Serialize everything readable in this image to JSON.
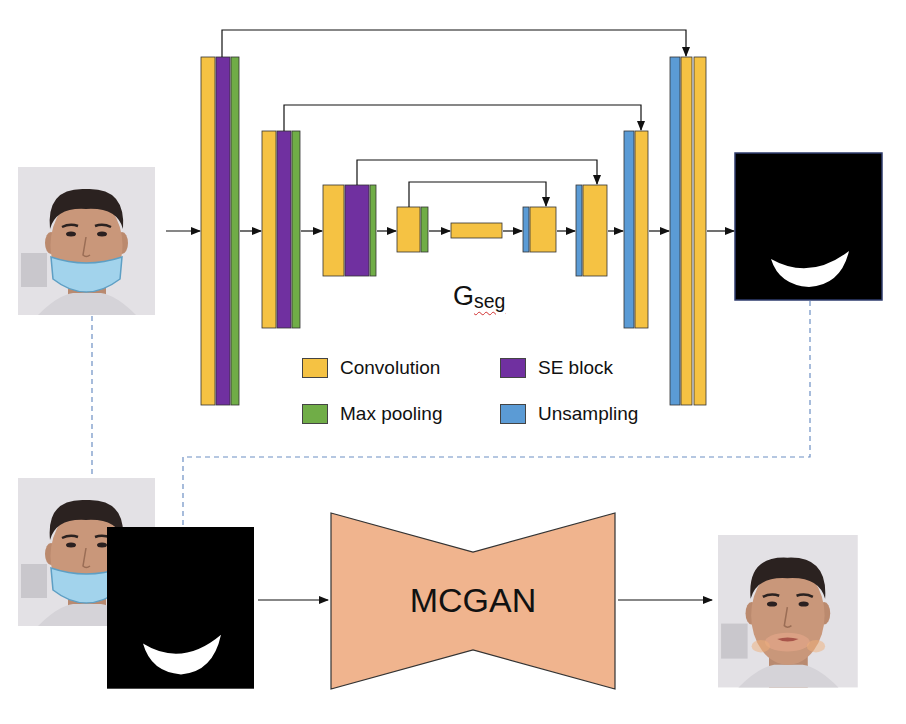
{
  "diagram": {
    "nodes": [
      {
        "text": [
          "MCGAN"
        ]
      }
    ],
    "labels": [
      "Gseg"
    ],
    "legend": [
      {
        "text": "Convolution",
        "color": "#f5c243"
      },
      {
        "text": "SE block",
        "color": "#7030a0"
      },
      {
        "text": "Max pooling",
        "color": "#70ad47"
      },
      {
        "text": "Unsampling",
        "color": "#5b9bd5"
      }
    ]
  }
}
